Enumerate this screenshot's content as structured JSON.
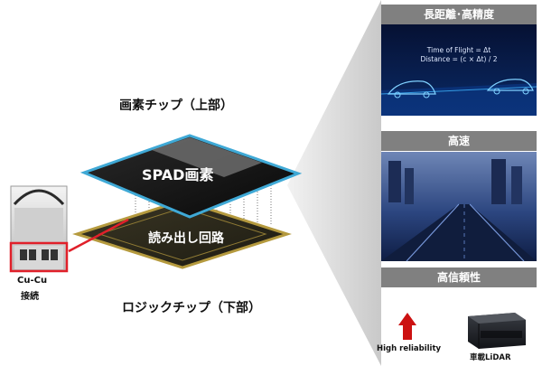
{
  "chip": {
    "top_title": "画素チップ（上部）",
    "top_layer_label": "SPAD画素",
    "bottom_layer_label": "読み出し回路",
    "bottom_title": "ロジックチップ（下部）"
  },
  "connection": {
    "label_line1": "Cu-Cu",
    "label_line2": "接続"
  },
  "panels": [
    {
      "title": "長距離･高精度",
      "formula_line1": "Time of Flight = Δt",
      "formula_line2": "Distance = (c × Δt) / 2"
    },
    {
      "title": "高速"
    },
    {
      "title": "高信頼性",
      "arrow_label": "High reliability",
      "product_label": "車載LiDAR"
    }
  ],
  "colors": {
    "header_gray": "#808080",
    "arrow_red": "#cc1111",
    "chip_blue": "#3fa9d6",
    "chip_gold": "#b59a3e",
    "highlight_red": "#e0202a"
  }
}
